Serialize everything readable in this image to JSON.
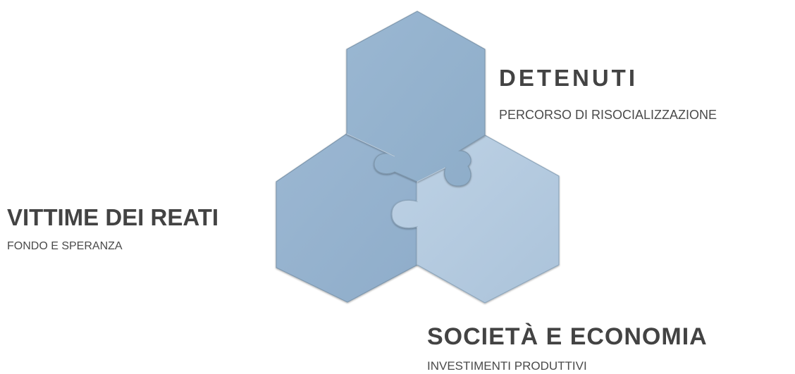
{
  "diagram": {
    "pieces": [
      {
        "id": "top",
        "color": "#93b1cd"
      },
      {
        "id": "left",
        "color": "#95b3cf"
      },
      {
        "id": "right",
        "color": "#b5cbe0"
      }
    ],
    "outline_color": "#7e97ad"
  },
  "labels": {
    "detenuti": {
      "title": "DETENUTI",
      "subtitle": "PERCORSO DI RISOCIALIZZAZIONE"
    },
    "vittime": {
      "title": "VITTIME DEI REATI",
      "subtitle": "FONDO E SPERANZA"
    },
    "societa": {
      "title": "SOCIETÀ E ECONOMIA",
      "subtitle": "INVESTIMENTI PRODUTTIVI"
    }
  }
}
